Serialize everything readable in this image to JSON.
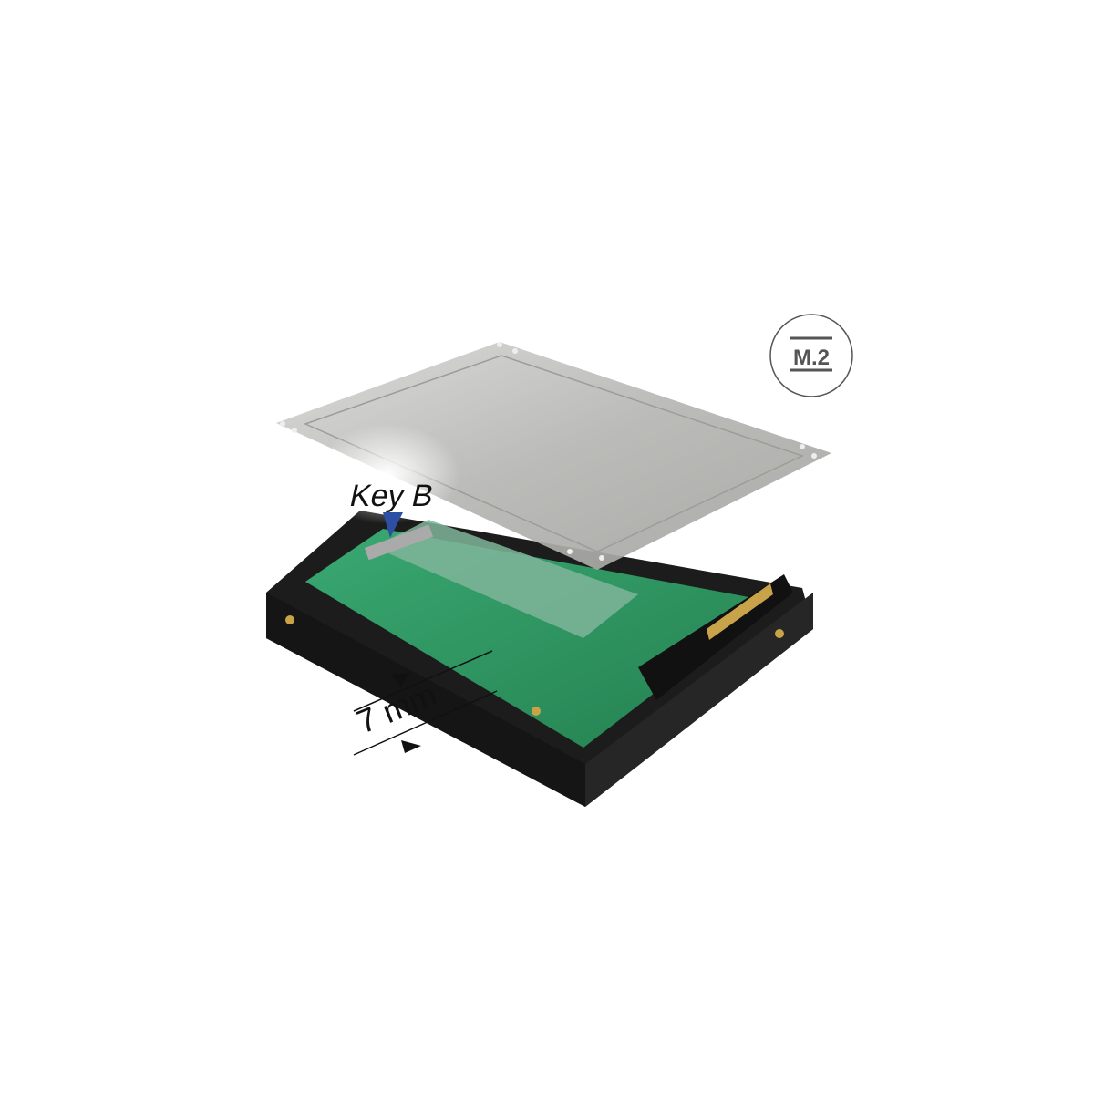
{
  "product": {
    "badge_label": "M.2",
    "key_label": "Key B",
    "height_label": "7 mm"
  },
  "colors": {
    "case": "#1e1e1e",
    "pcb": "#2f9a63",
    "lid": "#b9b9b7",
    "key_arrow": "#2d4fa3",
    "badge_stroke": "#555555"
  }
}
